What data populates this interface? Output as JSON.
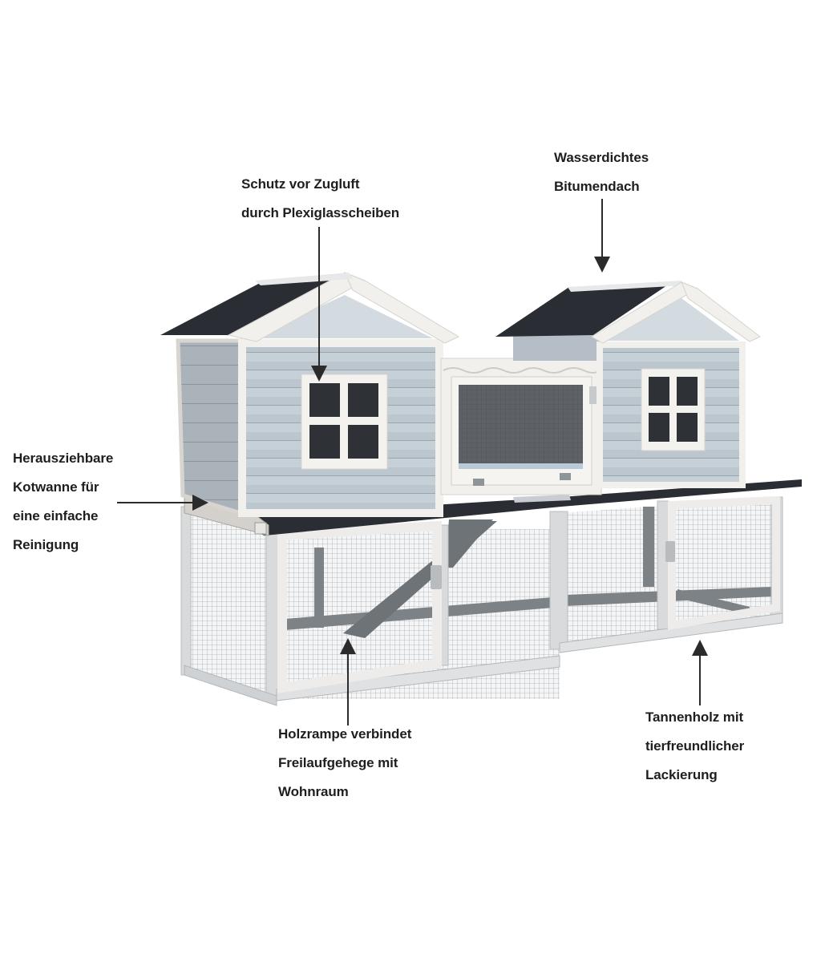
{
  "diagram": {
    "subject": "Kaninchenstall mit Freilaufgehege",
    "colors": {
      "roof": "#2a2d33",
      "wall_blue": "#b8c3cc",
      "wall_blue_light": "#cdd6dd",
      "trim_white": "#f2f0ec",
      "frame_grey": "#c9ccce",
      "mesh": "#9fa4a8",
      "window_glass": "#2e3236",
      "ramp": "#6e7378",
      "arrow": "#2b2b2b",
      "text": "#1e1e1e"
    },
    "annotations": [
      {
        "id": "plexiglas",
        "lines": [
          "Schutz vor Zugluft",
          "durch Plexiglasscheiben"
        ],
        "target": "left-window",
        "arrow": "down"
      },
      {
        "id": "dach",
        "lines": [
          "Wasserdichtes",
          "Bitumendach"
        ],
        "target": "right-roof",
        "arrow": "down"
      },
      {
        "id": "kotwanne",
        "lines": [
          "Herausziehbare",
          "Kotwanne für",
          "eine einfache",
          "Reinigung"
        ],
        "target": "pull-out-tray",
        "arrow": "right"
      },
      {
        "id": "rampe",
        "lines": [
          "Holzrampe verbindet",
          "Freilaufgehege mit",
          "Wohnraum"
        ],
        "target": "ramp",
        "arrow": "up"
      },
      {
        "id": "holz",
        "lines": [
          "Tannenholz mit",
          "tierfreundlicher",
          "Lackierung"
        ],
        "target": "run-frame",
        "arrow": "up"
      }
    ]
  }
}
